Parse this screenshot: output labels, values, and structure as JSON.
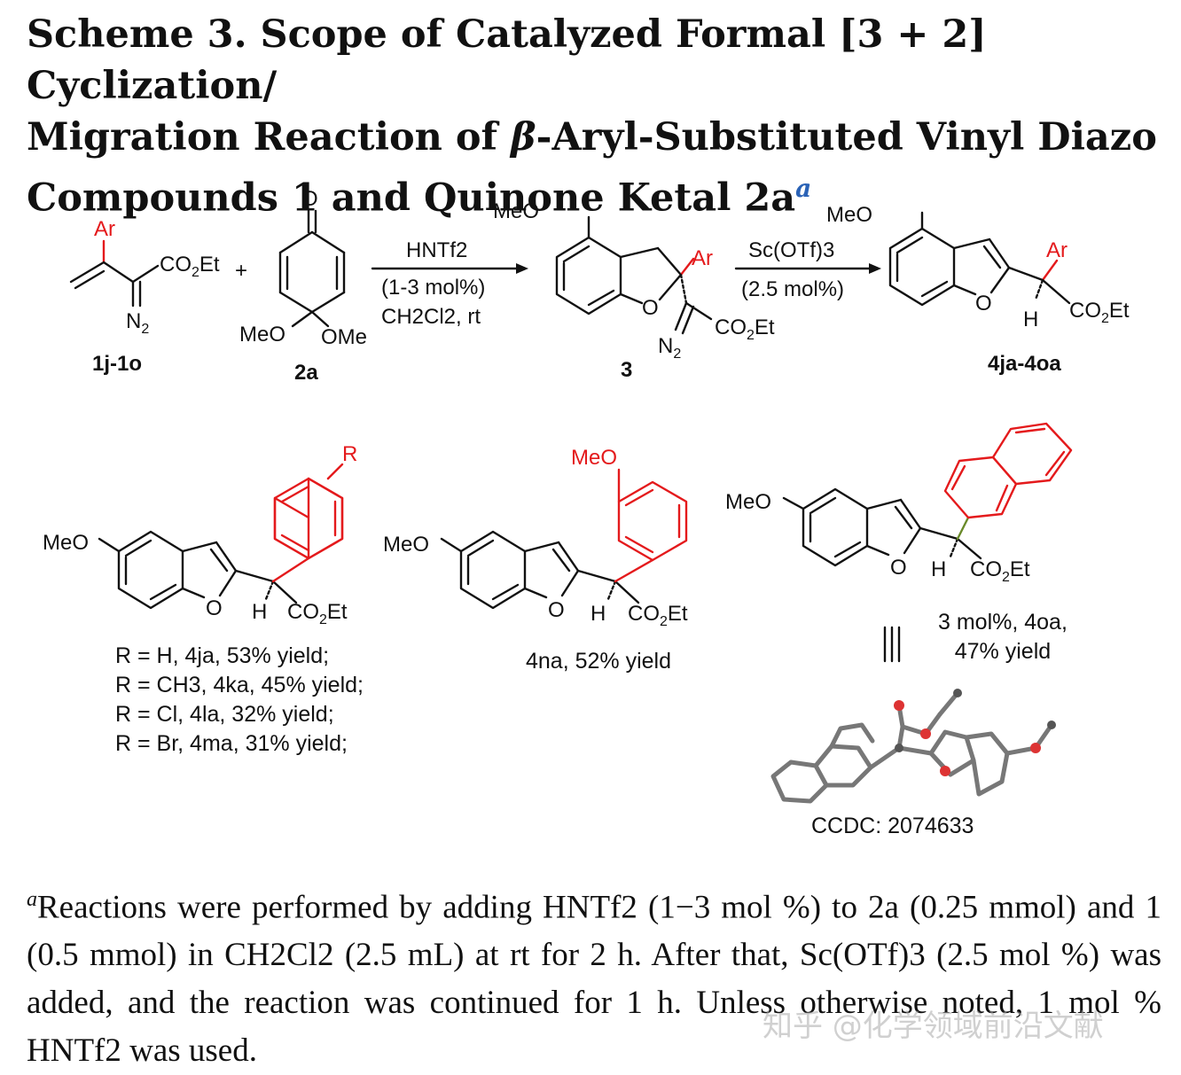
{
  "title": {
    "line1": "Scheme 3. Scope of Catalyzed Formal [3 + 2] Cyclization/",
    "line2_pre": "Migration Reaction of ",
    "line2_beta": "β",
    "line2_post": "-Aryl-Substituted Vinyl Diazo",
    "line3": "Compounds 1 and Quinone Ketal 2a",
    "footnote_mark": "a"
  },
  "scheme": {
    "reagent1_label": "1j-1o",
    "reagent2_label": "2a",
    "intermediate_label": "3",
    "product_label": "4ja-4oa",
    "arrow1_top": "HNTf2",
    "arrow1_mid": "(1-3 mol%)",
    "arrow1_bot": "CH2Cl2, rt",
    "arrow2_top": "Sc(OTf)3",
    "arrow2_bot": "(2.5 mol%)",
    "plus": "+"
  },
  "products": {
    "p1_lines": [
      "R = H, 4ja, 53% yield;",
      "R = CH3, 4ka, 45% yield;",
      "R = Cl, 4la, 32% yield;",
      "R = Br, 4ma, 31% yield;"
    ],
    "p2_caption": "4na, 52% yield",
    "p3_caption_line1": "3 mol%, 4oa,",
    "p3_caption_line2": "47% yield",
    "ccdc": "CCDC: 2074633"
  },
  "footnote": {
    "text": "Reactions were performed by adding HNTf2 (1−3 mol %) to 2a (0.25 mmol) and 1 (0.5 mmol) in CH2Cl2 (2.5 mL) at rt for 2 h. After that, Sc(OTf)3 (2.5 mol %) was added, and the reaction was continued for 1 h. Unless otherwise noted, 1 mol % HNTf2 was used."
  },
  "watermark": "知乎 @化学领域前沿文献"
}
